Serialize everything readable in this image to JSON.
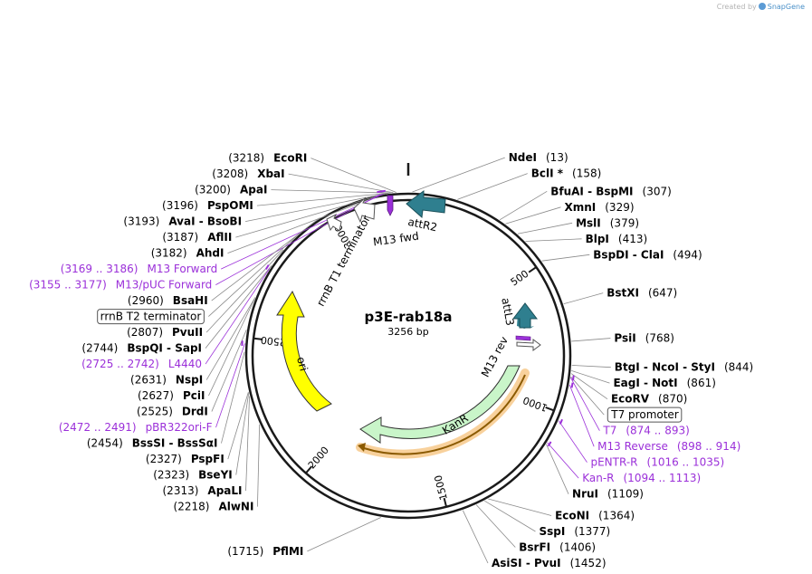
{
  "watermark": {
    "prefix": "Created by",
    "brand": "SnapGene"
  },
  "plasmid": {
    "name": "p3E-rab18a",
    "size_label": "3256 bp",
    "length": 3256
  },
  "colors": {
    "backbone": "#1a1a1a",
    "primer": "#9b30d9",
    "att_site": "#2f7f8f",
    "ori": "#ffff00",
    "kanr": "#c9f5c9",
    "highlight": "#f7c98b",
    "orf_arrow": "#8b5a00"
  },
  "sites": [
    {
      "name": "EcoRI",
      "pos": "(3218)",
      "side": "left",
      "bp": 3218
    },
    {
      "name": "XbaI",
      "pos": "(3208)",
      "side": "left",
      "bp": 3208
    },
    {
      "name": "ApaI",
      "pos": "(3200)",
      "side": "left",
      "bp": 3200
    },
    {
      "name": "PspOMI",
      "pos": "(3196)",
      "side": "left",
      "bp": 3196
    },
    {
      "name": "AvaI  - BsoBI",
      "pos": "(3193)",
      "side": "left",
      "bp": 3193
    },
    {
      "name": "AflII",
      "pos": "(3187)",
      "side": "left",
      "bp": 3187
    },
    {
      "name": "AhdI",
      "pos": "(3182)",
      "side": "left",
      "bp": 3182
    },
    {
      "name": "BsaHI",
      "pos": "(2960)",
      "side": "left",
      "bp": 2960
    },
    {
      "name": "PvuII",
      "pos": "(2807)",
      "side": "left",
      "bp": 2807
    },
    {
      "name": "BspQI  - SapI",
      "pos": "(2744)",
      "side": "left",
      "bp": 2744
    },
    {
      "name": "NspI",
      "pos": "(2631)",
      "side": "left",
      "bp": 2631
    },
    {
      "name": "PciI",
      "pos": "(2627)",
      "side": "left",
      "bp": 2627
    },
    {
      "name": "DrdI",
      "pos": "(2525)",
      "side": "left",
      "bp": 2525
    },
    {
      "name": "BssSI  - BssSαI",
      "pos": "(2454)",
      "side": "left",
      "bp": 2454
    },
    {
      "name": "PspFI",
      "pos": "(2327)",
      "side": "left",
      "bp": 2327
    },
    {
      "name": "BseYI",
      "pos": "(2323)",
      "side": "left",
      "bp": 2323
    },
    {
      "name": "ApaLI",
      "pos": "(2313)",
      "side": "left",
      "bp": 2313
    },
    {
      "name": "AlwNI",
      "pos": "(2218)",
      "side": "left",
      "bp": 2218
    },
    {
      "name": "PflMI",
      "pos": "(1715)",
      "side": "left",
      "bp": 1715
    },
    {
      "name": "NdeI",
      "pos": "(13)",
      "side": "right",
      "bp": 13
    },
    {
      "name": "BclI *",
      "pos": "(158)",
      "side": "right",
      "bp": 158
    },
    {
      "name": "BfuAI  - BspMI",
      "pos": "(307)",
      "side": "right",
      "bp": 307
    },
    {
      "name": "XmnI",
      "pos": "(329)",
      "side": "right",
      "bp": 329
    },
    {
      "name": "MslI",
      "pos": "(379)",
      "side": "right",
      "bp": 379
    },
    {
      "name": "BlpI",
      "pos": "(413)",
      "side": "right",
      "bp": 413
    },
    {
      "name": "BspDI  - ClaI",
      "pos": "(494)",
      "side": "right",
      "bp": 494
    },
    {
      "name": "BstXI",
      "pos": "(647)",
      "side": "right",
      "bp": 647
    },
    {
      "name": "PsiI",
      "pos": "(768)",
      "side": "right",
      "bp": 768
    },
    {
      "name": "BtgI  - NcoI  - StyI",
      "pos": "(844)",
      "side": "right",
      "bp": 844
    },
    {
      "name": "EagI  - NotI",
      "pos": "(861)",
      "side": "right",
      "bp": 861
    },
    {
      "name": "EcoRV",
      "pos": "(870)",
      "side": "right",
      "bp": 870
    },
    {
      "name": "NruI",
      "pos": "(1109)",
      "side": "right",
      "bp": 1109
    },
    {
      "name": "EcoNI",
      "pos": "(1364)",
      "side": "right",
      "bp": 1364
    },
    {
      "name": "SspI",
      "pos": "(1377)",
      "side": "right",
      "bp": 1377
    },
    {
      "name": "BsrFI",
      "pos": "(1406)",
      "side": "right",
      "bp": 1406
    },
    {
      "name": "AsiSI  - PvuI",
      "pos": "(1452)",
      "side": "right",
      "bp": 1452
    }
  ],
  "primers": [
    {
      "name": "M13 Forward",
      "pos": "(3169 .. 3186)",
      "side": "left",
      "bp": 3177
    },
    {
      "name": "M13/pUC Forward",
      "pos": "(3155 .. 3177)",
      "side": "left",
      "bp": 3166
    },
    {
      "name": "L4440",
      "pos": "(2725 .. 2742)",
      "side": "left",
      "bp": 2733
    },
    {
      "name": "pBR322ori-F",
      "pos": "(2472 .. 2491)",
      "side": "left",
      "bp": 2481
    },
    {
      "name": "T7",
      "pos": "(874 .. 893)",
      "side": "right",
      "bp": 883
    },
    {
      "name": "M13 Reverse",
      "pos": "(898 .. 914)",
      "side": "right",
      "bp": 906
    },
    {
      "name": "pENTR-R",
      "pos": "(1016 .. 1035)",
      "side": "right",
      "bp": 1025
    },
    {
      "name": "Kan-R",
      "pos": "(1094 .. 1113)",
      "side": "right",
      "bp": 1103
    }
  ],
  "boxed_features": [
    {
      "name": "rrnB T2 terminator",
      "side": "left",
      "bp": 2880
    },
    {
      "name": "T7 promoter",
      "side": "right",
      "bp": 880
    }
  ],
  "ticks": [
    {
      "label": "500",
      "bp": 500
    },
    {
      "label": "1000",
      "bp": 1000
    },
    {
      "label": "1500",
      "bp": 1500
    },
    {
      "label": "2000",
      "bp": 2000
    },
    {
      "label": "2500",
      "bp": 2500
    },
    {
      "label": "3000",
      "bp": 3000
    }
  ],
  "inner_features": [
    {
      "name": "attR2",
      "type": "att"
    },
    {
      "name": "M13 fwd",
      "type": "primer"
    },
    {
      "name": "rrnB T1 terminator",
      "type": "terminator"
    },
    {
      "name": "attL3",
      "type": "att"
    },
    {
      "name": "M13 rev",
      "type": "primer"
    },
    {
      "name": "KanR",
      "type": "cds"
    },
    {
      "name": "ori",
      "type": "rep_origin"
    }
  ]
}
